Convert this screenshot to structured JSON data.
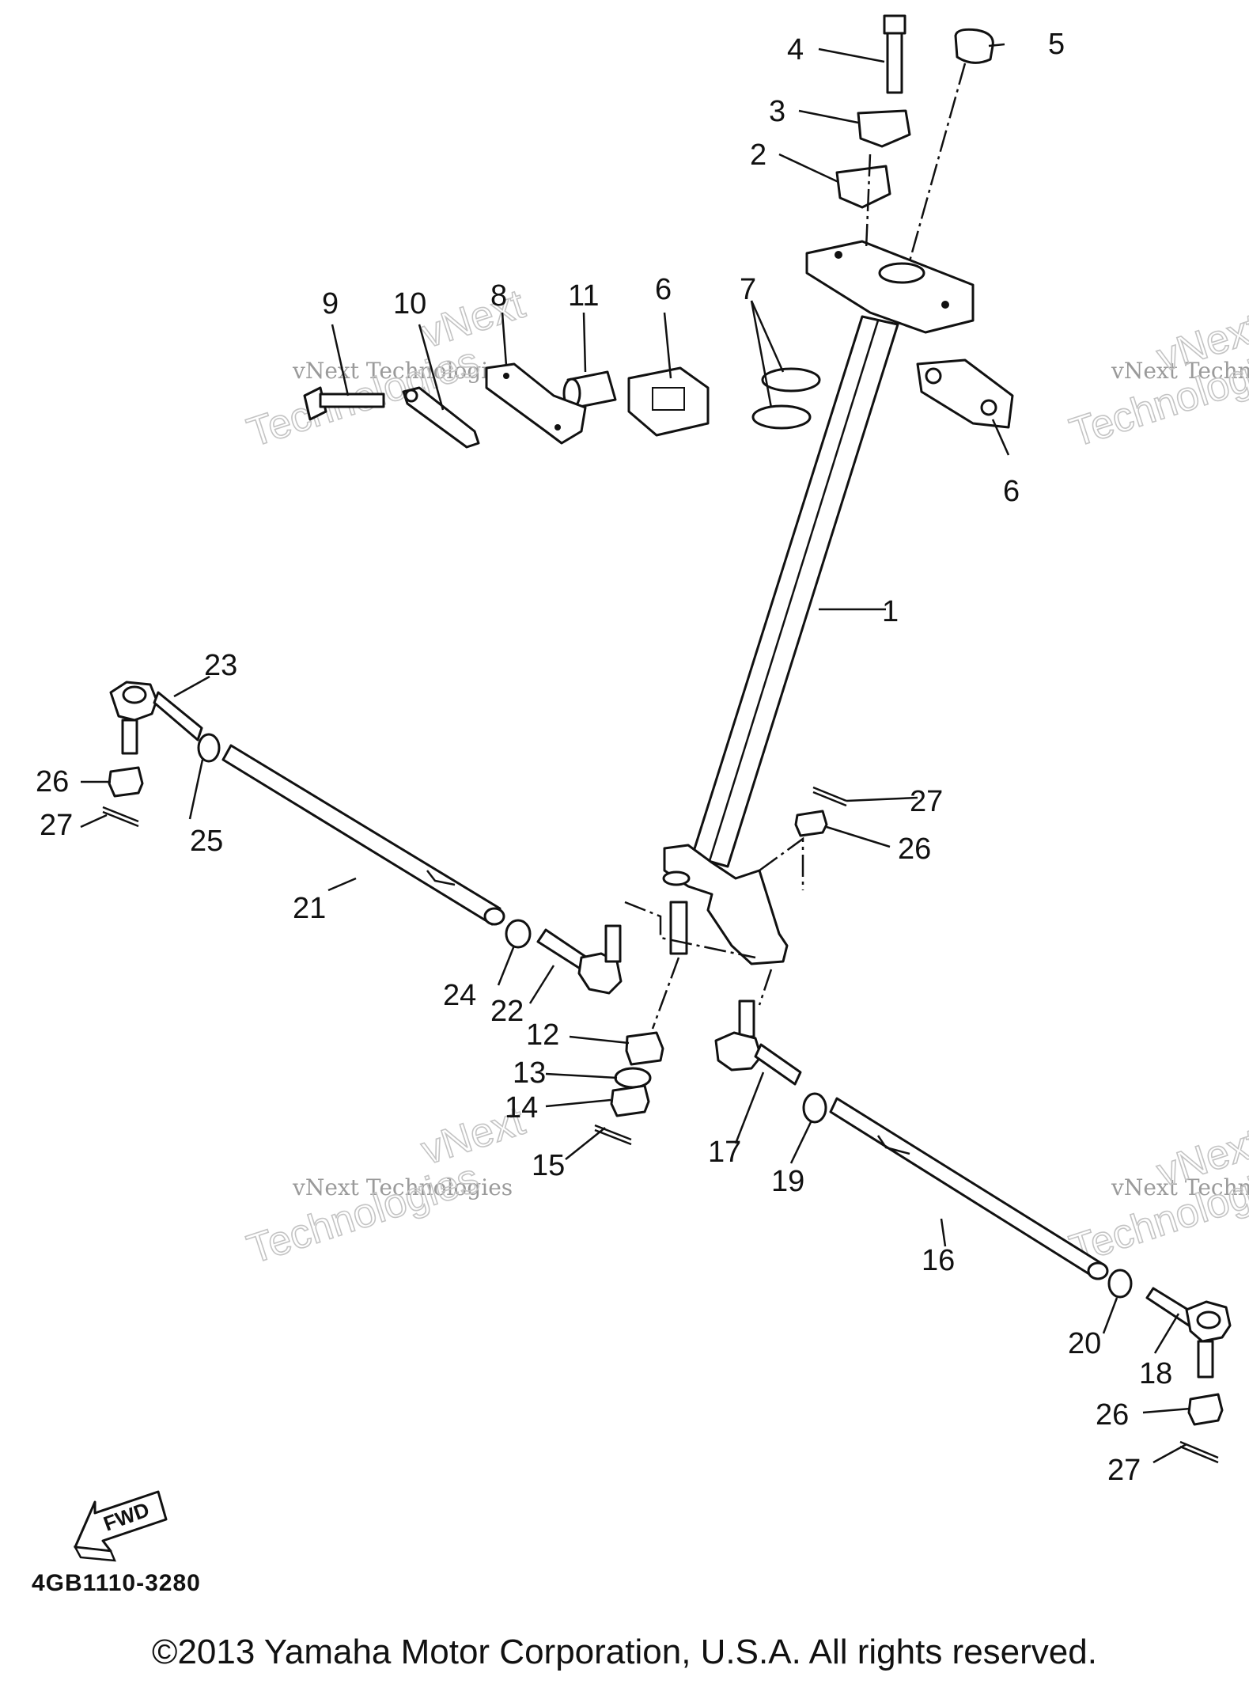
{
  "diagram": {
    "code": "4GB1110-3280",
    "copyright": "©2013 Yamaha Motor Corporation, U.S.A. All rights reserved.",
    "fwd_label": "FWD",
    "watermark_small": "vNext Technologies",
    "watermark_big_1": "vNext",
    "watermark_big_2": "Technologies",
    "callouts": [
      "1",
      "2",
      "3",
      "4",
      "5",
      "6",
      "6",
      "7",
      "8",
      "9",
      "10",
      "11",
      "12",
      "13",
      "14",
      "15",
      "16",
      "17",
      "18",
      "19",
      "20",
      "21",
      "22",
      "23",
      "24",
      "25",
      "26",
      "26",
      "26",
      "27",
      "27",
      "27"
    ]
  }
}
